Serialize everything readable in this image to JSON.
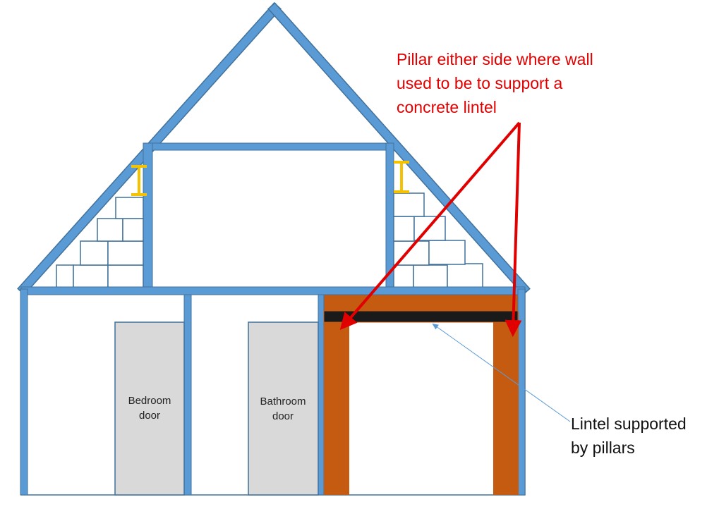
{
  "annotations": {
    "pillar_note": "Pillar either side where wall\nused to be to support a\nconcrete lintel",
    "lintel_note": "Lintel supported\nby pillars"
  },
  "doors": {
    "bedroom": "Bedroom\ndoor",
    "bathroom": "Bathroom\ndoor"
  },
  "colors": {
    "frame": "#5b9bd5",
    "frame_outline": "#41719c",
    "pillar": "#c55a11",
    "lintel": "#1a1a1a",
    "door": "#d9d9d9",
    "rsj": "#f5c200",
    "arrow_red": "#e00000",
    "arrow_blue": "#5b9bd5"
  }
}
